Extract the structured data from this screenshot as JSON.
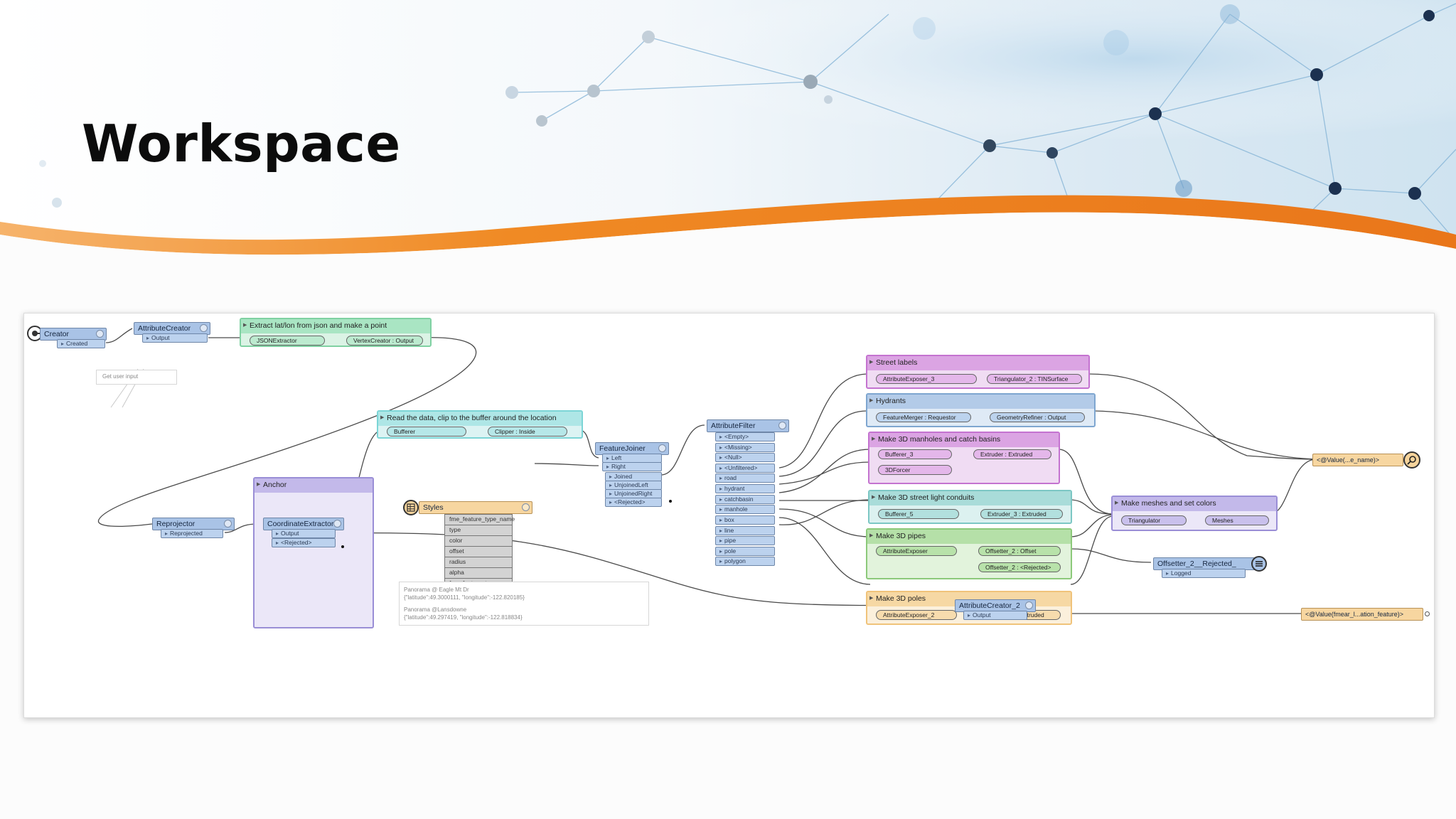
{
  "slide": {
    "title": "Workspace"
  },
  "colors": {
    "accent_orange": "#f08a24",
    "node_blue": "#a9c3e6",
    "connection_gray": "#4a4a4a"
  },
  "workspace": {
    "creator": {
      "name": "Creator",
      "ports": [
        "Created"
      ]
    },
    "attribute_creator": {
      "name": "AttributeCreator",
      "ports": [
        "Output"
      ]
    },
    "annotation_user_input": "Get user input",
    "bookmark_extract": {
      "title": "Extract lat/lon from json and make a point",
      "pills": [
        "JSONExtractor",
        "VertexCreator : Output"
      ]
    },
    "bookmark_read": {
      "title": "Read the data, clip to the buffer around the location",
      "pills": [
        "Bufferer",
        "Clipper : Inside"
      ]
    },
    "styles": {
      "name": "Styles",
      "rows": [
        "fme_feature_type_name",
        "type",
        "color",
        "offset",
        "radius",
        "alpha",
        "fme_feature_type"
      ]
    },
    "anchor": {
      "title": "Anchor"
    },
    "coordinate_extractor": {
      "name": "CoordinateExtractor",
      "ports": [
        "Output",
        "<Rejected>"
      ]
    },
    "reprojector": {
      "name": "Reprojector",
      "ports": [
        "Reprojected"
      ]
    },
    "feature_joiner": {
      "name": "FeatureJoiner",
      "ports_in": [
        "Left",
        "Right"
      ],
      "ports_out": [
        "Joined",
        "UnjoinedLeft",
        "UnjoinedRight",
        "<Rejected>"
      ]
    },
    "attribute_filter": {
      "name": "AttributeFilter",
      "ports": [
        "<Empty>",
        "<Missing>",
        "<Null>",
        "<Unfiltered>",
        "road",
        "hydrant",
        "catchbasin",
        "manhole",
        "box",
        "line",
        "pipe",
        "pole",
        "polygon"
      ]
    },
    "bookmark_street_labels": {
      "title": "Street labels",
      "pills": [
        "AttributeExposer_3",
        "Triangulator_2 : TINSurface"
      ]
    },
    "bookmark_hydrants": {
      "title": "Hydrants",
      "pills": [
        "FeatureMerger : Requestor",
        "GeometryRefiner : Output"
      ]
    },
    "bookmark_manholes": {
      "title": "Make 3D manholes and catch basins",
      "pills": [
        "Bufferer_3",
        "3DForcer",
        "Extruder : Extruded"
      ]
    },
    "bookmark_conduits": {
      "title": "Make 3D street light conduits",
      "pills": [
        "Bufferer_5",
        "Extruder_3 : Extruded"
      ]
    },
    "bookmark_pipes": {
      "title": "Make 3D pipes",
      "pills": [
        "AttributeExposer",
        "Offsetter_2 : Offset",
        "Offsetter_2 : <Rejected>"
      ]
    },
    "bookmark_poles": {
      "title": "Make 3D poles",
      "pills": [
        "AttributeExposer_2",
        "Extruder_2 : Extruded"
      ]
    },
    "bookmark_meshes": {
      "title": "Make meshes and set colors",
      "pills": [
        "Triangulator",
        "Meshes"
      ]
    },
    "writer_main": {
      "label": "<@Value(...e_name)>"
    },
    "offsetter_logger": {
      "name": "Offsetter_2__Rejected_",
      "ports": [
        "Logged"
      ]
    },
    "attribute_creator_2": {
      "name": "AttributeCreator_2",
      "ports": [
        "Output"
      ]
    },
    "writer_location": {
      "label": "<@Value(fmear_l...ation_feature)>"
    },
    "annotation_panorama": {
      "line1": "Panorama @ Eagle Mt Dr",
      "line2": "{\"latitude\":49.3000111, \"longitude\":-122.820185}",
      "line3": "Panorama @Lansdowne",
      "line4": "{\"latitude\":49.297419, \"longitude\":-122.818834}"
    }
  }
}
